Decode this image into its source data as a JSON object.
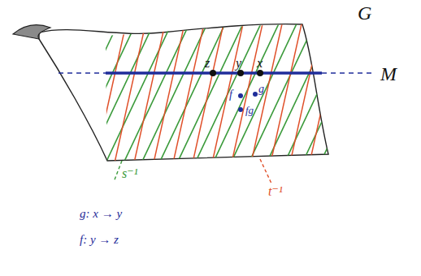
{
  "diagram": {
    "labels": [
      "G",
      "z",
      "y",
      "x",
      "M",
      "f",
      "g",
      "fg",
      "s⁻¹",
      "t⁻¹",
      "g: x → y",
      "f: y → z"
    ]
  }
}
